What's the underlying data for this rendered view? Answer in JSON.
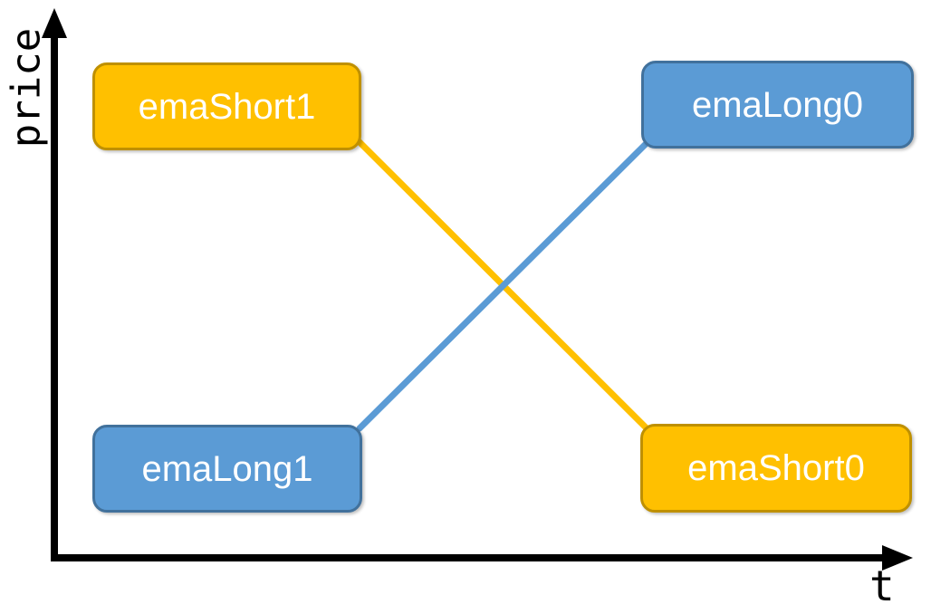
{
  "diagram": {
    "background": "#ffffff",
    "axes": {
      "y_label": "price",
      "x_label": "t",
      "color": "#000000"
    },
    "nodes": [
      {
        "label": "emaShort1",
        "position": "top-left",
        "fill": "#FFC000",
        "border": "#BF9000",
        "text_color": "#FFFFFF"
      },
      {
        "label": "emaLong0",
        "position": "top-right",
        "fill": "#5B9BD5",
        "border": "#41719C",
        "text_color": "#FFFFFF"
      },
      {
        "label": "emaLong1",
        "position": "bottom-left",
        "fill": "#5B9BD5",
        "border": "#41719C",
        "text_color": "#FFFFFF"
      },
      {
        "label": "emaShort0",
        "position": "bottom-right",
        "fill": "#FFC000",
        "border": "#BF9000",
        "text_color": "#FFFFFF"
      }
    ],
    "edges": [
      {
        "from": "emaShort1",
        "to": "emaShort0",
        "color": "#FFC000"
      },
      {
        "from": "emaLong1",
        "to": "emaLong0",
        "color": "#5B9BD5"
      }
    ]
  }
}
